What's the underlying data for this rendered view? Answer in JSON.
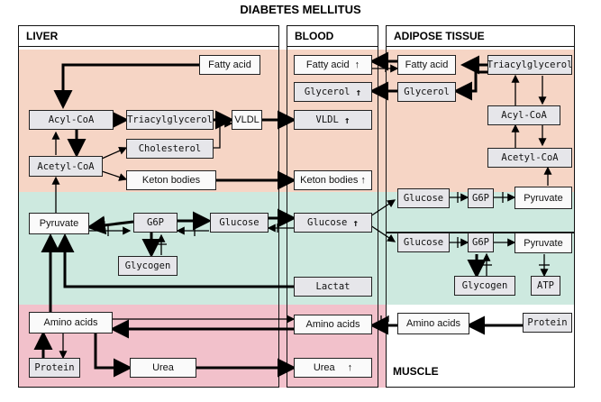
{
  "title": "DIABETES MELLITUS",
  "sections": {
    "liver": "LIVER",
    "blood": "BLOOD",
    "adipose": "ADIPOSE TISSUE",
    "muscle": "MUSCLE"
  },
  "colors": {
    "zone_top": "#f6d5c5",
    "zone_mid": "#cde9df",
    "zone_bottom": "#f2c1cb",
    "muscle_bg": "#ffffff",
    "line": "#000000"
  },
  "increase_symbol": "↑",
  "liver": {
    "fatty_acid": "Fatty acid",
    "acyl_coa": "Acyl-CoA",
    "triacylglycerol": "Triacylglycerol",
    "vldl": "VLDL",
    "cholesterol": "Cholesterol",
    "acetyl_coa": "Acetyl-CoA",
    "keton_bodies": "Keton bodies",
    "pyruvate": "Pyruvate",
    "g6p": "G6P",
    "glucose": "Glucose",
    "glycogen": "Glycogen",
    "amino_acids": "Amino acids",
    "protein": "Protein",
    "urea": "Urea"
  },
  "blood": {
    "fatty_acid": "Fatty acid",
    "glycerol": "Glycerol",
    "vldl": "VLDL",
    "keton_bodies": "Keton bodies",
    "glucose": "Glucose",
    "lactat": "Lactat",
    "amino_acids": "Amino acids",
    "urea": "Urea"
  },
  "adipose": {
    "fatty_acid": "Fatty acid",
    "glycerol": "Glycerol",
    "triacylglycerol": "Triacylglycerol",
    "acyl_coa": "Acyl-CoA",
    "acetyl_coa": "Acetyl-CoA",
    "glucose": "Glucose",
    "g6p": "G6P",
    "pyruvate": "Pyruvate"
  },
  "muscle": {
    "glucose": "Glucose",
    "g6p": "G6P",
    "pyruvate": "Pyruvate",
    "glycogen": "Glycogen",
    "atp": "ATP",
    "amino_acids": "Amino acids",
    "protein": "Protein"
  }
}
